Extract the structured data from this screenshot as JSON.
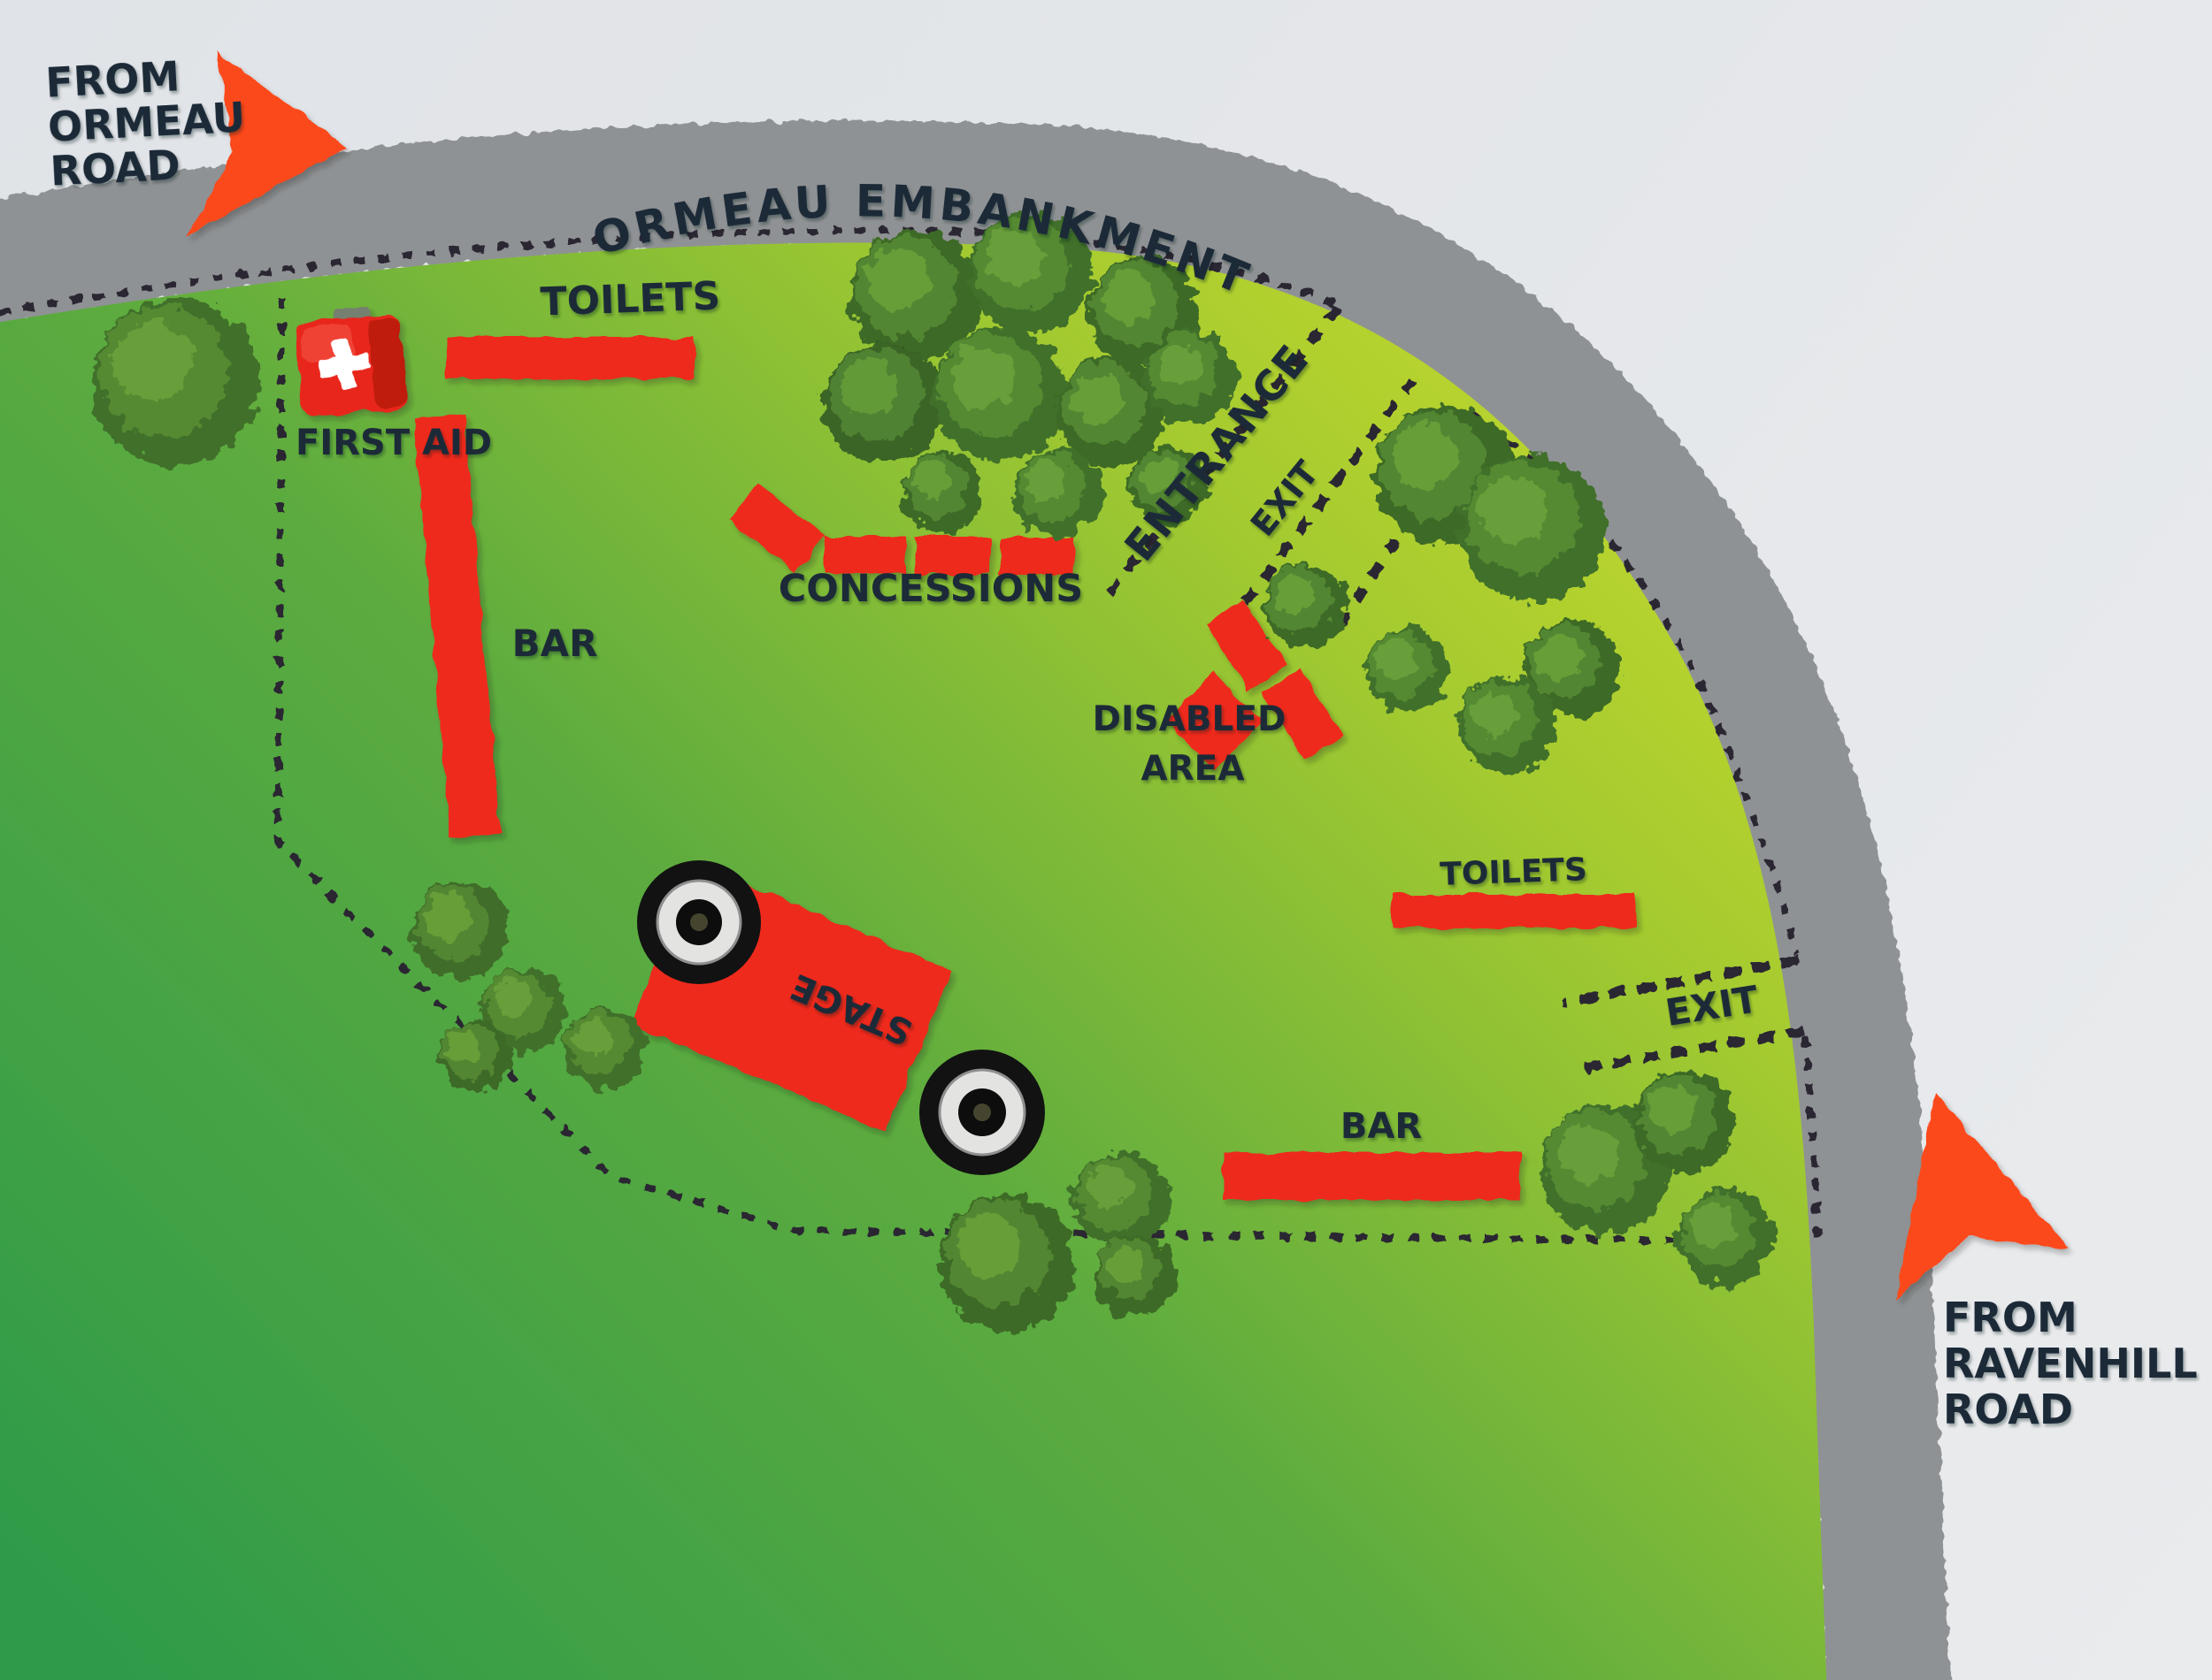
{
  "map": {
    "type": "event-site-map",
    "roads": {
      "embankment": "ORMEAU EMBANKMENT",
      "from_ormeau": [
        "FROM",
        "ORMEAU",
        "ROAD"
      ],
      "from_ravenhill": [
        "FROM",
        "RAVENHILL",
        "ROAD"
      ]
    },
    "areas": {
      "toilets_top": "TOILETS",
      "first_aid": "FIRST AID",
      "bar_left": "BAR",
      "concessions": "CONCESSIONS",
      "entrance": "ENTRANCE",
      "exit_top": "EXIT",
      "disabled_line1": "DISABLED",
      "disabled_line2": "AREA",
      "stage": "STAGE",
      "toilets_right": "TOILETS",
      "exit_right": "EXIT",
      "bar_bottom": "BAR"
    },
    "colors": {
      "field_green": "#36a04a",
      "field_yellow": "#d2df2a",
      "road_gray": "#8f9294",
      "zone_red": "#ee2b1c",
      "arrow_orange": "#fb4a1b",
      "label_navy": "#1c2a38"
    }
  }
}
